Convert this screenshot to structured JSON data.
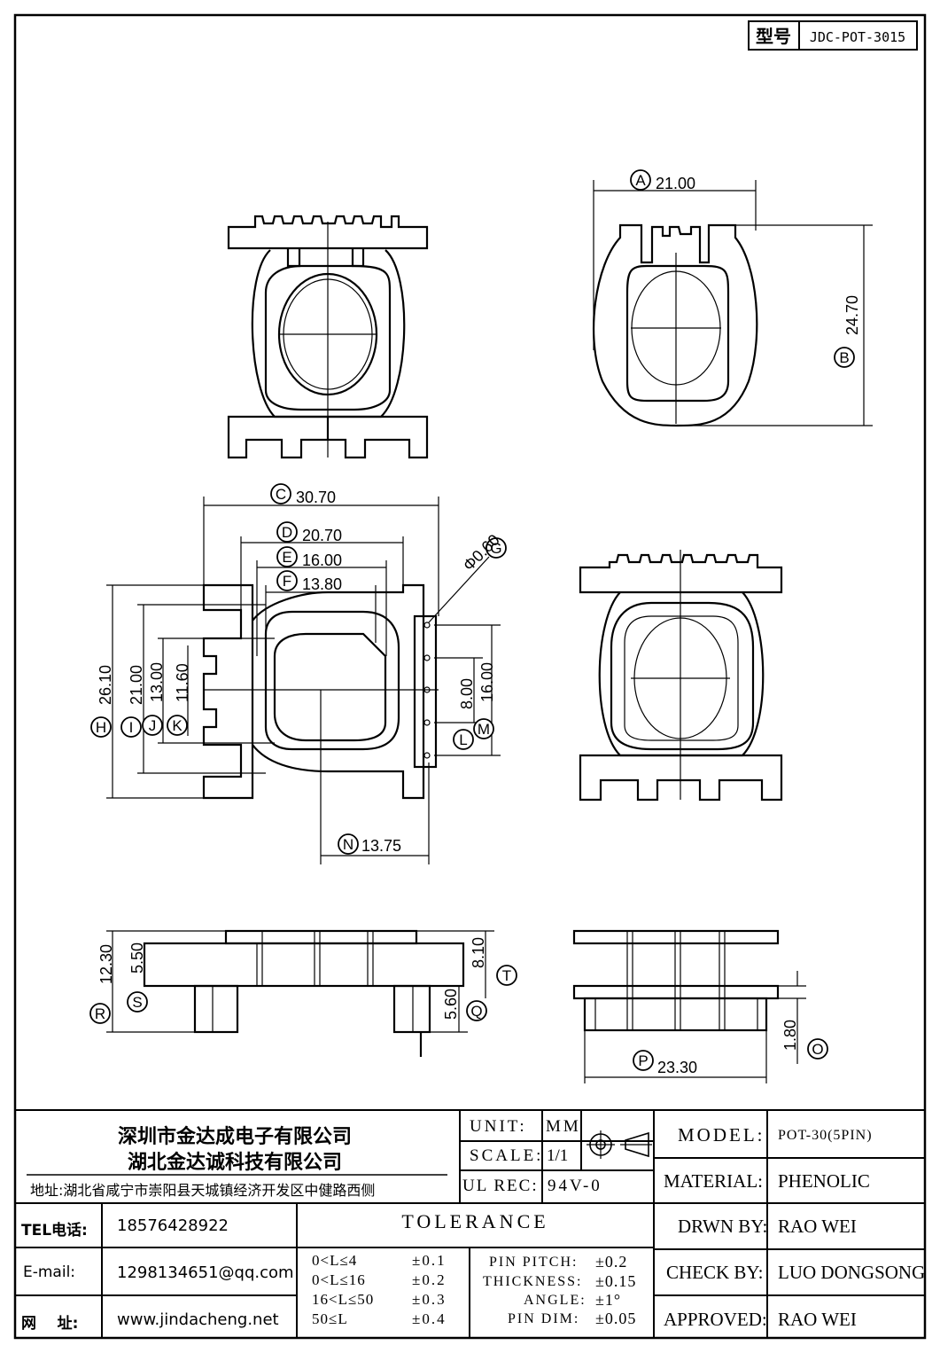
{
  "header": {
    "model_label": "型号",
    "model_no": "JDC-POT-3015"
  },
  "dimensions": [
    {
      "id": "A",
      "value": "21.00"
    },
    {
      "id": "B",
      "value": "24.70"
    },
    {
      "id": "C",
      "value": "30.70"
    },
    {
      "id": "D",
      "value": "20.70"
    },
    {
      "id": "E",
      "value": "16.00"
    },
    {
      "id": "F",
      "value": "13.80"
    },
    {
      "id": "G",
      "value": "Φ0.60"
    },
    {
      "id": "H",
      "value": "26.10"
    },
    {
      "id": "I",
      "value": "21.00"
    },
    {
      "id": "J",
      "value": "13.00"
    },
    {
      "id": "K",
      "value": "11.60"
    },
    {
      "id": "L",
      "value": "8.00"
    },
    {
      "id": "M",
      "value": "16.00"
    },
    {
      "id": "N",
      "value": "13.75"
    },
    {
      "id": "O",
      "value": "1.80"
    },
    {
      "id": "P",
      "value": "23.30"
    },
    {
      "id": "Q",
      "value": "5.60"
    },
    {
      "id": "R",
      "value": "12.30"
    },
    {
      "id": "S",
      "value": "5.50"
    },
    {
      "id": "T",
      "value": "8.10"
    }
  ],
  "company": {
    "name1": "深圳市金达成电子有限公司",
    "name2": "湖北金达诚科技有限公司",
    "address": "地址:湖北省咸宁市崇阳县天城镇经济开发区中健路西侧",
    "tel_label": "TEL电话:",
    "tel": "18576428922",
    "email_label": "E-mail:",
    "email": "1298134651@qq.com",
    "web_label": "网    址:",
    "web": "www.jindacheng.net"
  },
  "specs": {
    "unit_label": "UNIT:",
    "unit": "MM",
    "scale_label": "SCALE:",
    "scale": "1/1",
    "ulrec_label": "UL REC:",
    "ulrec": "94V-0",
    "tolerance_title": "TOLERANCE",
    "tolerances": [
      {
        "range": "0<L≤4",
        "tol": "±0.1"
      },
      {
        "range": "0<L≤16",
        "tol": "±0.2"
      },
      {
        "range": "16<L≤50",
        "tol": "±0.3"
      },
      {
        "range": "50≤L",
        "tol": "±0.4"
      }
    ],
    "pin_pitch_label": "PIN PITCH:",
    "pin_pitch": "±0.2",
    "thickness_label": "THICKNESS:",
    "thickness": "±0.15",
    "angle_label": "ANGLE:",
    "angle": "±1°",
    "pin_dim_label": "PIN DIM:",
    "pin_dim": "±0.05"
  },
  "info": {
    "model_label": "MODEL:",
    "model": "POT-30(5PIN)",
    "material_label": "MATERIAL:",
    "material": "PHENOLIC",
    "drawn_label": "DRWN BY:",
    "drawn": "RAO WEI",
    "check_label": "CHECK BY:",
    "check": "LUO DONGSONG",
    "approved_label": "APPROVED:",
    "approved": "RAO WEI"
  }
}
